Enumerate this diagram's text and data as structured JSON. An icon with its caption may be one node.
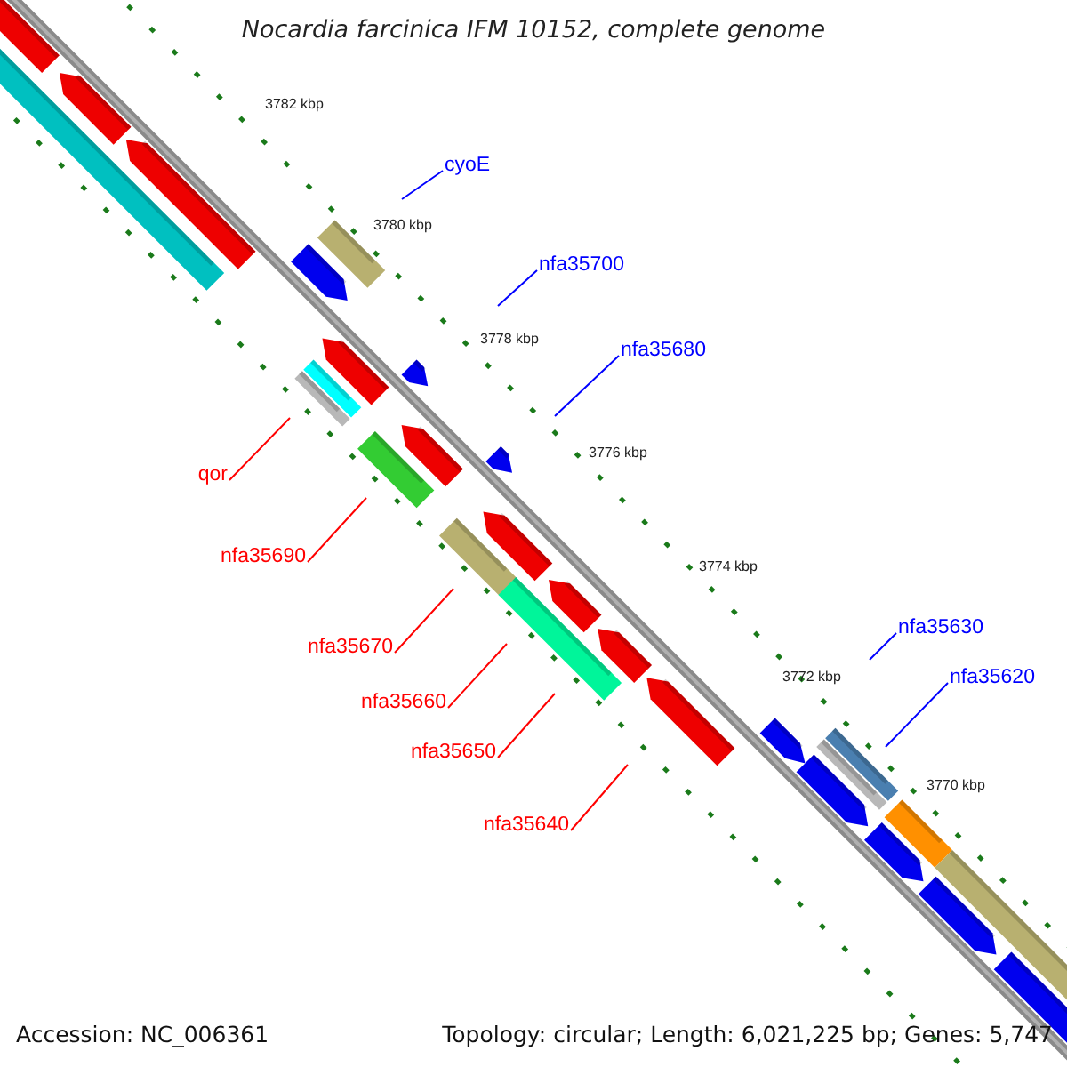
{
  "diagram": {
    "title": "Nocardia farcinica IFM 10152, complete genome",
    "nodes": [
      {
        "text": [
          "cyoE"
        ]
      },
      {
        "text": [
          "nfa35700"
        ]
      },
      {
        "text": [
          "nfa35680"
        ]
      },
      {
        "text": [
          "qor"
        ]
      },
      {
        "text": [
          "nfa35690"
        ]
      },
      {
        "text": [
          "nfa35670"
        ]
      },
      {
        "text": [
          "nfa35660"
        ]
      },
      {
        "text": [
          "nfa35650"
        ]
      },
      {
        "text": [
          "nfa35640"
        ]
      },
      {
        "text": [
          "nfa35630"
        ]
      },
      {
        "text": [
          "nfa35620"
        ]
      }
    ],
    "edges": [
      {
        "from": 0,
        "to": null,
        "arrow": "none",
        "color": "#0000ff"
      },
      {
        "from": 1,
        "to": null,
        "arrow": "none",
        "color": "#0000ff"
      },
      {
        "from": 2,
        "to": null,
        "arrow": "none",
        "color": "#0000ff"
      },
      {
        "from": 3,
        "to": null,
        "arrow": "none",
        "color": "#ff0000"
      },
      {
        "from": 4,
        "to": null,
        "arrow": "none",
        "color": "#ff0000"
      },
      {
        "from": 5,
        "to": null,
        "arrow": "none",
        "color": "#ff0000"
      },
      {
        "from": 6,
        "to": null,
        "arrow": "none",
        "color": "#ff0000"
      },
      {
        "from": 7,
        "to": null,
        "arrow": "none",
        "color": "#ff0000"
      },
      {
        "from": 8,
        "to": null,
        "arrow": "none",
        "color": "#ff0000"
      },
      {
        "from": 9,
        "to": null,
        "arrow": "none",
        "color": "#0000ff"
      },
      {
        "from": 10,
        "to": null,
        "arrow": "none",
        "color": "#0000ff"
      }
    ],
    "labels": [
      "3782 kbp",
      "3780 kbp",
      "3778 kbp",
      "3776 kbp",
      "3774 kbp",
      "3772 kbp",
      "3770 kbp",
      "Accession: NC_006361",
      "Topology: circular; Length: 6,021,225 bp; Genes: 5,747"
    ]
  }
}
